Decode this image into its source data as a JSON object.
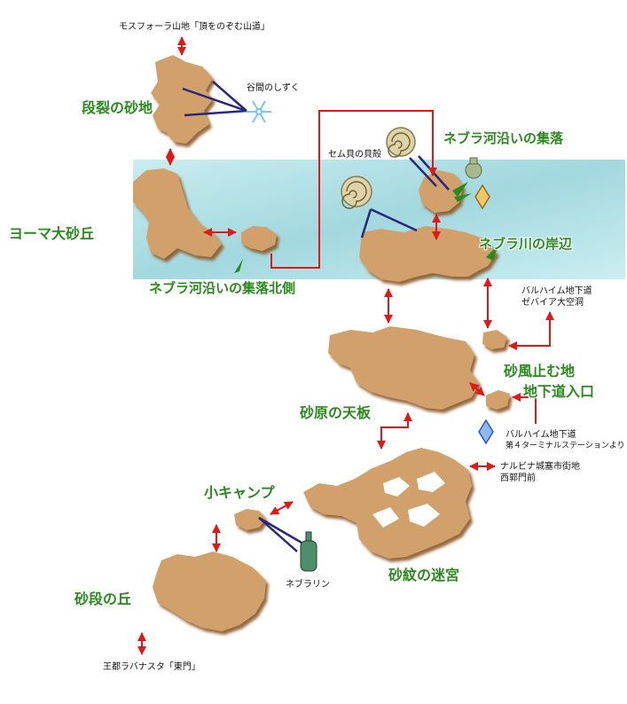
{
  "area_labels": {
    "danretsu": "段裂の砂地",
    "yoma": "ヨーマ大砂丘",
    "nebra_north": "ネブラ河沿いの集落北側",
    "nebra_village": "ネブラ河沿いの集落",
    "nebra_bank": "ネブラ川の岸辺",
    "sabaku_uplands": "砂原の天板",
    "sandstorm_stop": "砂風止む地",
    "underpass_entrance": "地下道入口",
    "small_camp": "小キャンプ",
    "maze": "砂紋の迷宮",
    "terraced_hill": "砂段の丘"
  },
  "link_labels": {
    "mosphoran": "モスフォーラ山地「頂をのぞむ山道」",
    "barheim_zeviah_1": "バルハイム地下道",
    "barheim_zeviah_2": "ゼバイア大空洞",
    "barheim_terminal_1": "バルハイム地下道",
    "barheim_terminal_2": "第４ターミナルステーションより",
    "nalbina_1": "ナルビナ城塞市街地",
    "nalbina_2": "西郭門前",
    "rabanastre": "王都ラバナスタ「東門」"
  },
  "item_labels": {
    "valley_drop": "谷間のしずく",
    "semu_shell": "セム貝の貝殻",
    "nebra_water": "ネブラリン"
  },
  "icons": {
    "valley_drop": "snowflake-icon",
    "semu_shell": "nautilus-shell-icon",
    "nebra_water": "bottle-icon",
    "save_crystal": "crystal-icon",
    "pot": "pot-icon"
  },
  "colors": {
    "land": "#d2a06a",
    "land_shadow": "#a8733f",
    "river": "#aee0e6",
    "route_arrow": "#e01818",
    "area_label": "#2a8a1e",
    "item_line": "#28287a"
  }
}
